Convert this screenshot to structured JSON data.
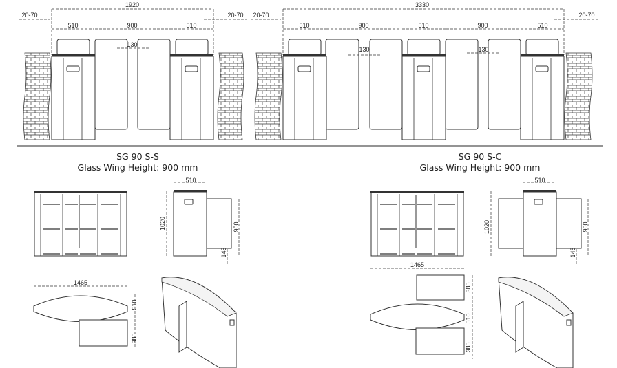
{
  "left": {
    "title": "SG 90 S-S",
    "subtitle": "Glass Wing Height: 900 mm",
    "dims": {
      "overall": "1920",
      "gap_left": "20-70",
      "gap_right": "20-70",
      "cabinet_a": "510",
      "passage": "900",
      "cabinet_b": "510",
      "overlap": "130"
    }
  },
  "right": {
    "title": "SG 90 S-C",
    "subtitle": "Glass Wing Height: 900 mm",
    "dims": {
      "overall": "3330",
      "gap_left": "20-70",
      "gap_right": "20-70",
      "cabinet_a": "510",
      "passage_a": "900",
      "cabinet_b": "510",
      "passage_b": "900",
      "cabinet_c": "510",
      "overlap_a": "130",
      "overlap_b": "130"
    }
  },
  "details_left": {
    "width": "510",
    "height": "1020",
    "wing_height": "900",
    "clearance": "145",
    "length": "1465",
    "depth": "510",
    "wing_depth": "385"
  },
  "details_right": {
    "width": "510",
    "height": "1020",
    "wing_height": "900",
    "clearance": "145",
    "length": "1465",
    "wing_depth_top": "385",
    "depth": "510",
    "wing_depth_bottom": "385"
  }
}
